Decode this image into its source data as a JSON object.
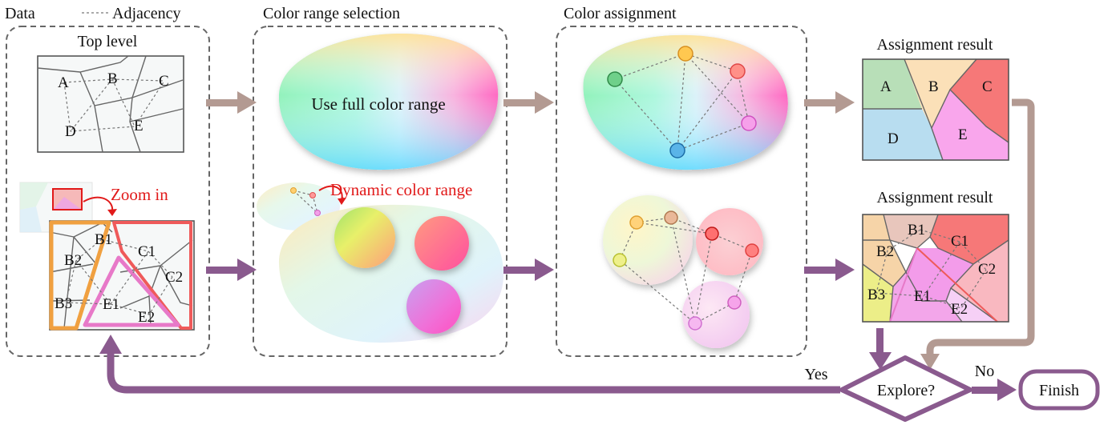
{
  "legend": {
    "data": "Data",
    "adjacency": "Adjacency"
  },
  "sections": {
    "data": "Top level",
    "color_range": "Color range selection",
    "color_assignment": "Color assignment",
    "result_top": "Assignment result",
    "result_bottom": "Assignment result"
  },
  "labels": {
    "full_range": "Use full color range",
    "dynamic_range": "Dynamic color range",
    "zoom_in": "Zoom in",
    "explore": "Explore?",
    "yes": "Yes",
    "no": "No",
    "finish": "Finish"
  },
  "regions_top": [
    "A",
    "B",
    "C",
    "D",
    "E"
  ],
  "regions_zoom": [
    "B1",
    "B2",
    "B3",
    "C1",
    "C2",
    "E1",
    "E2"
  ],
  "colors": {
    "arrow_top": "#b39a92",
    "arrow_bottom": "#8a5a8e",
    "zoom_red": "#e11a1a",
    "orange_border": "#f0a040",
    "red_border": "#ef5a5a",
    "pink_border": "#e779c8"
  }
}
